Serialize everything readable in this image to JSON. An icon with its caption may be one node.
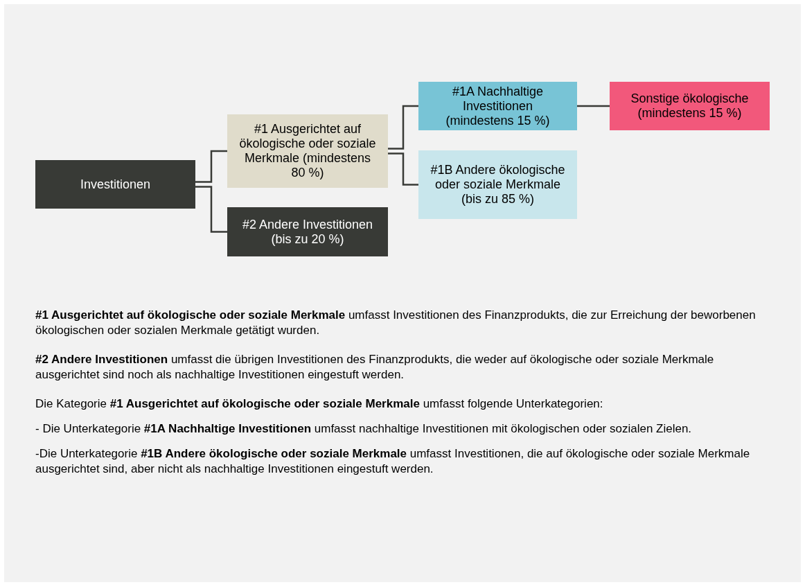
{
  "diagram": {
    "nodes": [
      {
        "text": [
          "Investitionen"
        ]
      },
      {
        "text": [
          "#1 Ausgerichtet auf ökologische oder soziale Merkmale (mindestens 80 %)"
        ]
      },
      {
        "text": [
          "#2 Andere Investitionen (bis zu 20 %)"
        ]
      },
      {
        "text": [
          "#1A Nachhaltige Investitionen (mindestens 15 %)"
        ]
      },
      {
        "text": [
          "#1B Andere ökologische oder soziale Merkmale (bis zu 85 %)"
        ]
      },
      {
        "text": [
          "Sonstige ökologische (mindestens 15 %)"
        ]
      }
    ],
    "edges": [
      {
        "from": 0,
        "to": 1,
        "arrow": "none"
      },
      {
        "from": 0,
        "to": 2,
        "arrow": "none"
      },
      {
        "from": 1,
        "to": 3,
        "arrow": "none"
      },
      {
        "from": 1,
        "to": 4,
        "arrow": "none"
      },
      {
        "from": 3,
        "to": 5,
        "arrow": "none"
      }
    ],
    "labels": [
      "**#1 Ausgerichtet auf ökologische oder soziale Merkmale** umfasst Investitionen des Finanzprodukts, die zur Erreichung der beworbenen ökologischen oder sozialen Merkmale getätigt wurden.",
      "**#2 Andere Investitionen** umfasst die übrigen Investitionen des Finanzprodukts, die weder auf ökologische oder soziale Merkmale ausgerichtet sind noch als nachhaltige Investitionen eingestuft werden.",
      "Die Kategorie **#1 Ausgerichtet auf ökologische oder soziale Merkmale** umfasst folgende Unterkategorien:",
      "- Die Unterkategorie **#1A Nachhaltige Investitionen** umfasst nachhaltige Investitionen mit ökologischen oder sozialen Zielen.",
      "-Die Unterkategorie **#1B Andere ökologische oder soziale Merkmale** umfasst Investitionen, die auf ökologische oder soziale Merkmale ausgerichtet sind, aber nicht als nachhaltige Investitionen eingestuft werden."
    ]
  }
}
